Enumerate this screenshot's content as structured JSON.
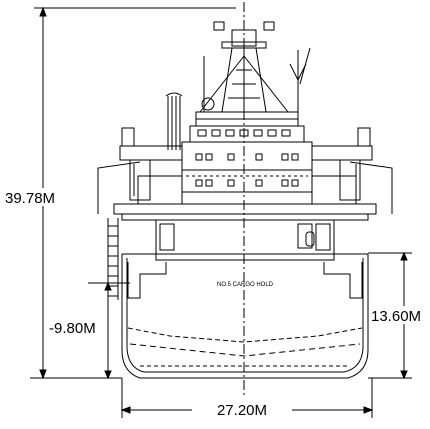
{
  "drawing": {
    "type": "ship midship section elevation",
    "colors": {
      "line": "#000000",
      "background": "#ffffff"
    },
    "hold_label": "NO.5 CARGO HOLD",
    "dimensions": {
      "overall_height": "39.78M",
      "draft": "-9.80M",
      "depth": "13.60M",
      "breadth": "27.20M"
    }
  }
}
